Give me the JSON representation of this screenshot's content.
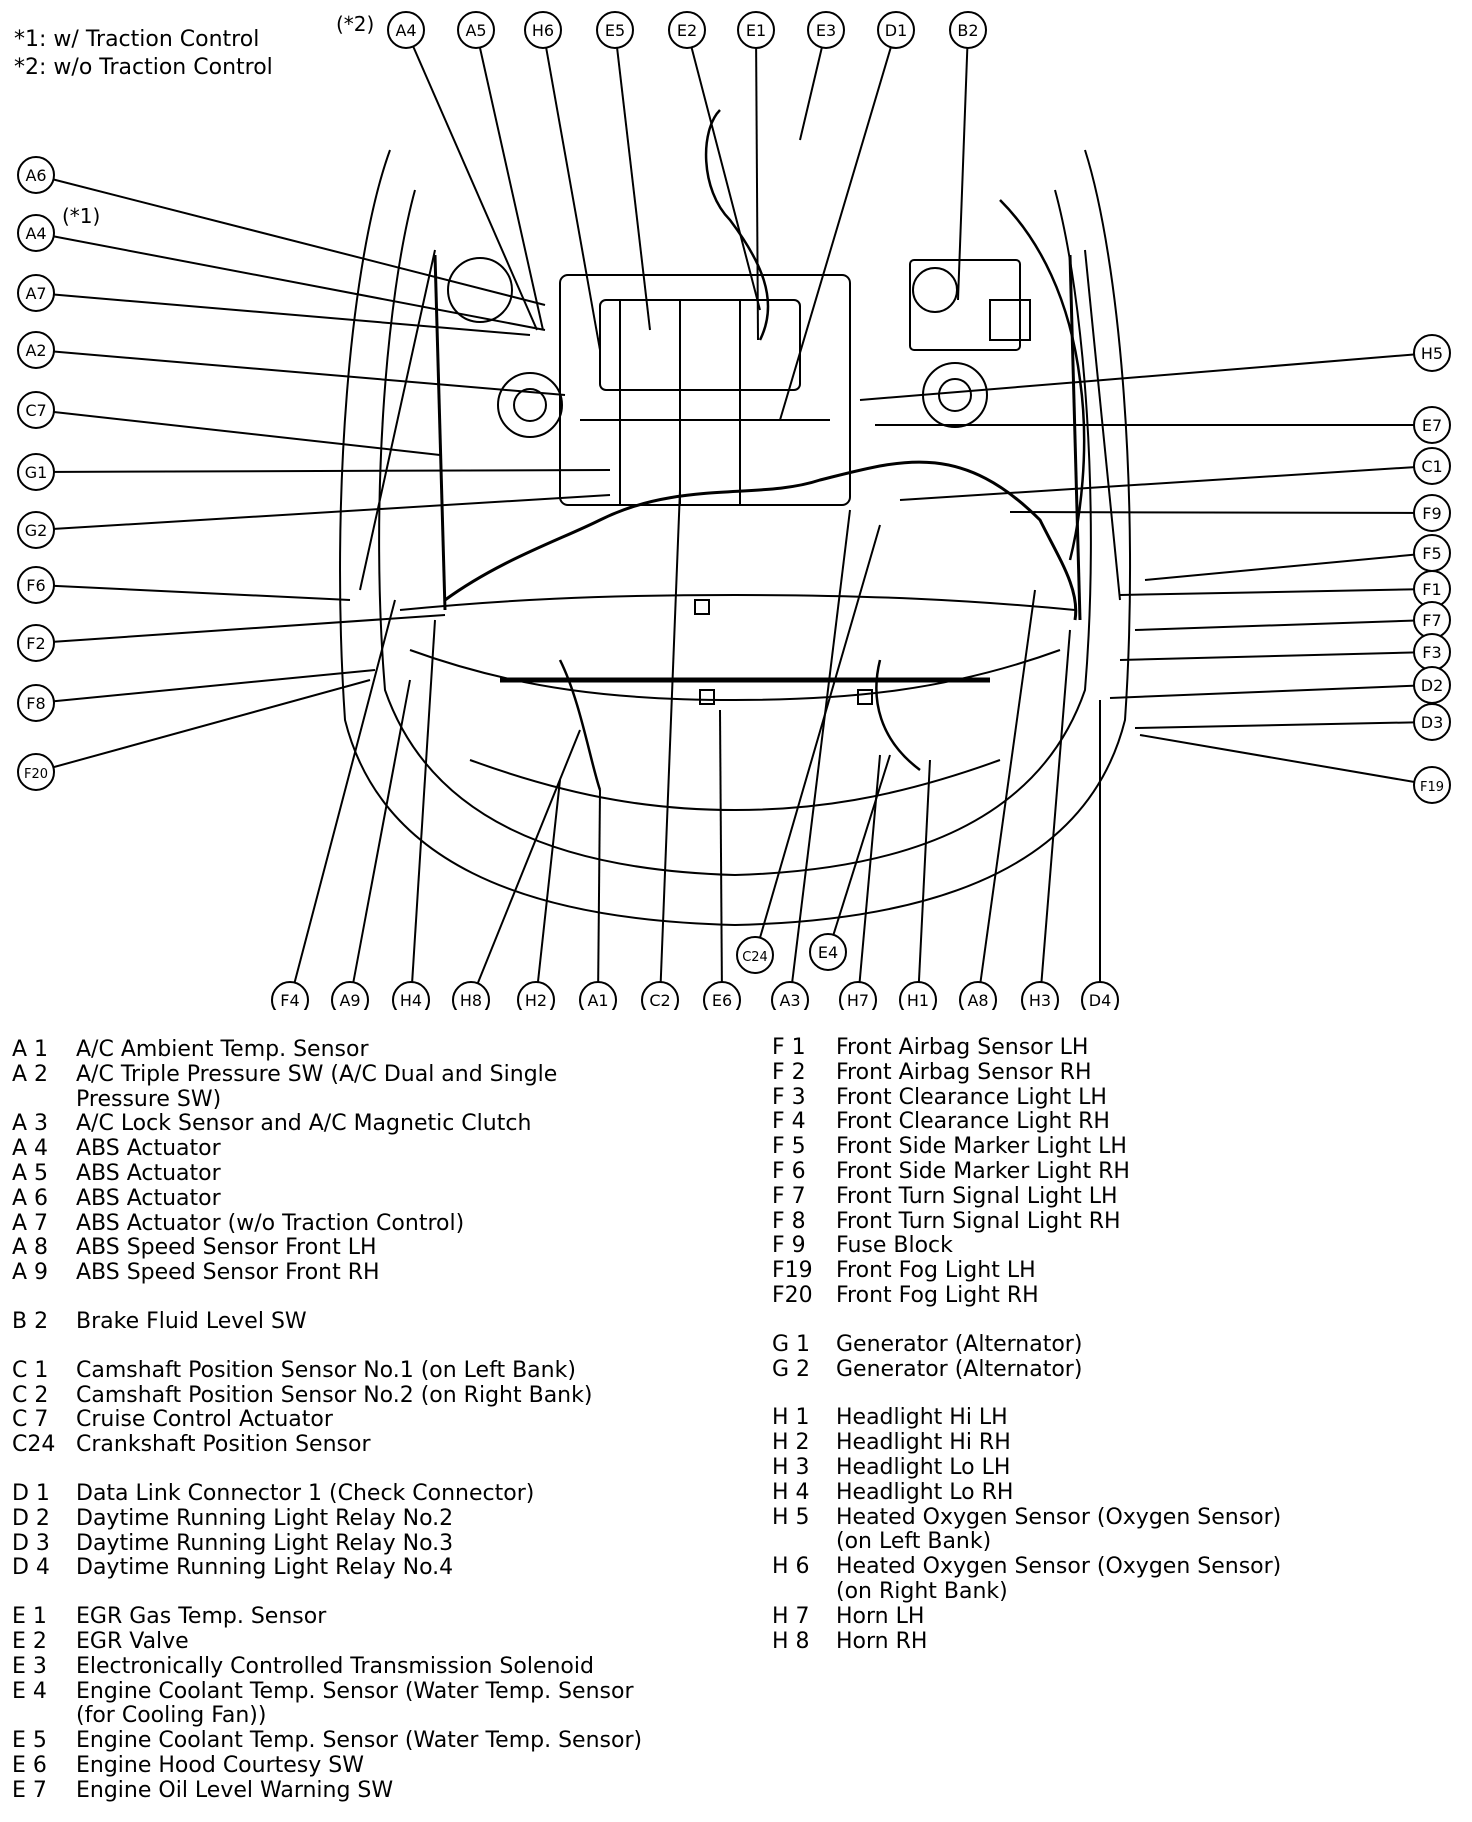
{
  "notes": [
    {
      "mark": "*1:",
      "text": "w/   Traction Control"
    },
    {
      "mark": "*2:",
      "text": "w/o Traction Control"
    }
  ],
  "callout_tags": {
    "top_a4": "(*2)",
    "left_a4": "(*1)"
  },
  "callouts_top": [
    "A4",
    "A5",
    "H6",
    "E5",
    "E2",
    "E1",
    "E3",
    "D1",
    "B2"
  ],
  "callouts_left": [
    "A6",
    "A4",
    "A7",
    "A2",
    "C7",
    "G1",
    "G2",
    "F6",
    "F2",
    "F8",
    "F20"
  ],
  "callouts_right": [
    "H5",
    "E7",
    "C1",
    "F9",
    "F5",
    "F1",
    "F7",
    "F3",
    "D2",
    "D3",
    "F19"
  ],
  "callouts_bottom": [
    "F4",
    "A9",
    "H4",
    "H8",
    "H2",
    "A1",
    "C2",
    "E6",
    "A3",
    "H7",
    "H1",
    "A8",
    "H3",
    "D4"
  ],
  "callouts_lower": [
    "C24",
    "E4"
  ],
  "legend_left": [
    {
      "code": "A 1",
      "desc": "A/C Ambient Temp. Sensor"
    },
    {
      "code": "A 2",
      "desc": "A/C Triple Pressure SW (A/C Dual and Single\nPressure SW)"
    },
    {
      "code": "A 3",
      "desc": "A/C Lock Sensor and A/C Magnetic Clutch"
    },
    {
      "code": "A 4",
      "desc": "ABS Actuator"
    },
    {
      "code": "A 5",
      "desc": "ABS Actuator"
    },
    {
      "code": "A 6",
      "desc": "ABS Actuator"
    },
    {
      "code": "A 7",
      "desc": "ABS Actuator (w/o Traction Control)"
    },
    {
      "code": "A 8",
      "desc": "ABS Speed Sensor Front LH"
    },
    {
      "code": "A 9",
      "desc": "ABS Speed Sensor Front RH"
    },
    {
      "code": "B 2",
      "desc": "Brake Fluid Level SW",
      "gap": true
    },
    {
      "code": "C 1",
      "desc": "Camshaft Position Sensor No.1 (on Left Bank)",
      "gap": true
    },
    {
      "code": "C 2",
      "desc": "Camshaft Position Sensor No.2 (on Right Bank)"
    },
    {
      "code": "C 7",
      "desc": "Cruise Control Actuator"
    },
    {
      "code": "C24",
      "desc": "Crankshaft Position Sensor"
    },
    {
      "code": "D 1",
      "desc": "Data Link Connector 1 (Check Connector)",
      "gap": true
    },
    {
      "code": "D 2",
      "desc": "Daytime Running Light Relay No.2"
    },
    {
      "code": "D 3",
      "desc": "Daytime Running Light Relay No.3"
    },
    {
      "code": "D 4",
      "desc": "Daytime Running Light Relay No.4"
    },
    {
      "code": "E 1",
      "desc": "EGR Gas Temp. Sensor",
      "gap": true
    },
    {
      "code": "E 2",
      "desc": "EGR Valve"
    },
    {
      "code": "E 3",
      "desc": "Electronically Controlled Transmission Solenoid"
    },
    {
      "code": "E 4",
      "desc": "Engine Coolant Temp. Sensor (Water Temp. Sensor\n(for Cooling Fan))"
    },
    {
      "code": "E 5",
      "desc": "Engine Coolant Temp. Sensor (Water Temp. Sensor)"
    },
    {
      "code": "E 6",
      "desc": "Engine Hood Courtesy SW"
    },
    {
      "code": "E 7",
      "desc": "Engine Oil Level Warning SW"
    }
  ],
  "legend_right": [
    {
      "code": "F 1",
      "desc": "Front Airbag Sensor LH"
    },
    {
      "code": "F 2",
      "desc": "Front Airbag Sensor RH"
    },
    {
      "code": "F 3",
      "desc": "Front Clearance Light LH"
    },
    {
      "code": "F 4",
      "desc": "Front Clearance Light RH"
    },
    {
      "code": "F 5",
      "desc": "Front Side Marker Light LH"
    },
    {
      "code": "F 6",
      "desc": "Front Side Marker Light RH"
    },
    {
      "code": "F 7",
      "desc": "Front Turn Signal Light LH"
    },
    {
      "code": "F 8",
      "desc": "Front Turn Signal Light RH"
    },
    {
      "code": "F 9",
      "desc": "Fuse Block"
    },
    {
      "code": "F19",
      "desc": "Front Fog Light LH"
    },
    {
      "code": "F20",
      "desc": "Front Fog Light RH"
    },
    {
      "code": "G 1",
      "desc": "Generator (Alternator)",
      "gap": true
    },
    {
      "code": "G 2",
      "desc": "Generator (Alternator)"
    },
    {
      "code": "H 1",
      "desc": "Headlight Hi LH",
      "gap": true
    },
    {
      "code": "H 2",
      "desc": "Headlight Hi RH"
    },
    {
      "code": "H 3",
      "desc": "Headlight Lo LH"
    },
    {
      "code": "H 4",
      "desc": "Headlight Lo RH"
    },
    {
      "code": "H 5",
      "desc": "Heated Oxygen Sensor (Oxygen Sensor)\n(on Left Bank)"
    },
    {
      "code": "H 6",
      "desc": "Heated Oxygen Sensor (Oxygen Sensor)\n(on Right Bank)"
    },
    {
      "code": "H 7",
      "desc": "Horn LH"
    },
    {
      "code": "H 8",
      "desc": "Horn RH"
    }
  ]
}
